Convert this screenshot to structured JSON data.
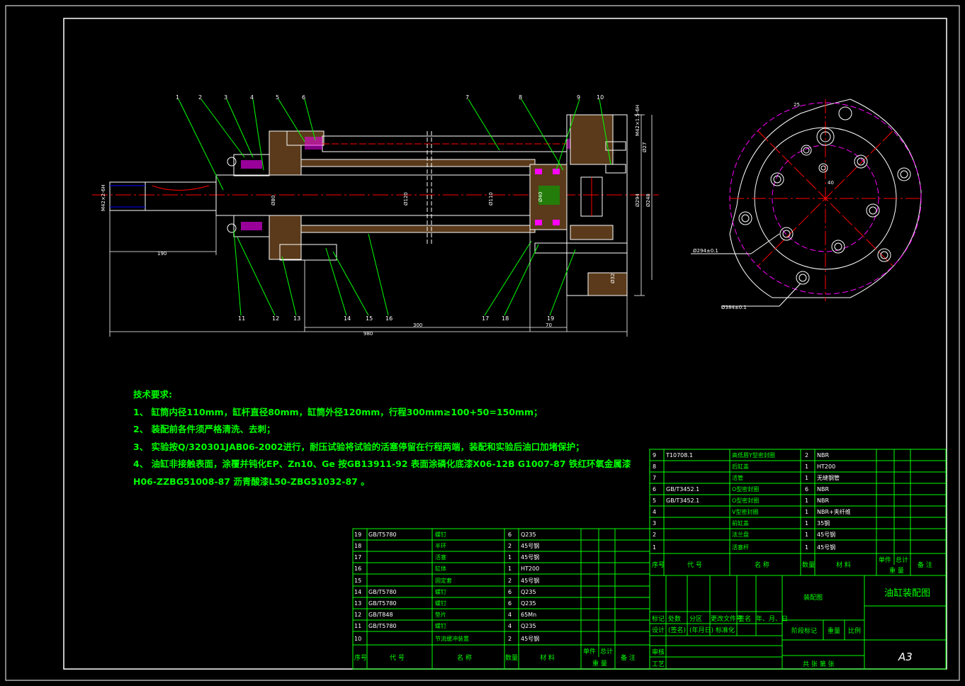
{
  "requirements": {
    "title": "技术要求:",
    "items": [
      "1、 缸筒内径110mm，缸杆直径80mm，缸筒外径120mm，行程300mm≥100+50=150mm；",
      "2、 装配前各件须严格清洗、去刺；",
      "3、 实验按Q/320301JAB06-2002进行，耐压试验将试验的活塞停留在行程两端，装配和实验后油口加堵保护；",
      "4、 油缸非接触表面，涂覆并钝化EP、Zn10、Ge 按GB13911-92 表面涂磷化底漆X06-12B G1007-87 铁红环氧金属漆",
      "H06-ZZBG51008-87 沥青酸漆L50-ZBG51032-87 。"
    ]
  },
  "dimensions": {
    "len_190": "190",
    "len_980": "980",
    "len_300": "300",
    "len_70": "70",
    "dia_294": "Ø294±0.1",
    "dia_384": "Ø384±0.1",
    "side_248": "Ø248",
    "side_294": "Ø294",
    "side_32": "Ø32",
    "side_27": "Ø27",
    "thread": "M42×1.5-6H",
    "rod_end": "M42×2-6H",
    "bore_80": "Ø80",
    "bore_120": "Ø120",
    "bore_110": "Ø110",
    "bore_40": "Ø40",
    "r_25": "25",
    "r_40": "40"
  },
  "bom_right": {
    "rows": [
      {
        "no": "9",
        "code": "T10708.1",
        "name": "高低唇Y型密封圈",
        "qty": "2",
        "mat": "NBR"
      },
      {
        "no": "8",
        "code": "",
        "name": "后缸盖",
        "qty": "1",
        "mat": "HT200"
      },
      {
        "no": "7",
        "code": "",
        "name": "活管",
        "qty": "1",
        "mat": "无缝钢管"
      },
      {
        "no": "6",
        "code": "GB/T3452.1",
        "name": "O型密封圈",
        "qty": "6",
        "mat": "NBR"
      },
      {
        "no": "5",
        "code": "GB/T3452.1",
        "name": "O型密封圈",
        "qty": "1",
        "mat": "NBR"
      },
      {
        "no": "4",
        "code": "",
        "name": "V型密封圈",
        "qty": "1",
        "mat": "NBR+夹纤维"
      },
      {
        "no": "3",
        "code": "",
        "name": "前缸盖",
        "qty": "1",
        "mat": "35钢"
      },
      {
        "no": "2",
        "code": "",
        "name": "法兰盘",
        "qty": "1",
        "mat": "45号钢"
      },
      {
        "no": "1",
        "code": "",
        "name": "活塞杆",
        "qty": "1",
        "mat": "45号钢"
      }
    ],
    "header": {
      "no": "序号",
      "code": "代  号",
      "name": "名  称",
      "qty": "数量",
      "mat": "材  料",
      "unit": "单件",
      "total": "总计",
      "weight": "重  量",
      "note": "备 注"
    }
  },
  "bom_left": {
    "rows": [
      {
        "no": "19",
        "code": "GB/T5780",
        "name": "螺钉",
        "qty": "6",
        "mat": "Q235"
      },
      {
        "no": "18",
        "code": "",
        "name": "半环",
        "qty": "2",
        "mat": "45号钢"
      },
      {
        "no": "17",
        "code": "",
        "name": "活塞",
        "qty": "1",
        "mat": "45号钢"
      },
      {
        "no": "16",
        "code": "",
        "name": "缸体",
        "qty": "1",
        "mat": "HT200"
      },
      {
        "no": "15",
        "code": "",
        "name": "固定套",
        "qty": "2",
        "mat": "45号钢"
      },
      {
        "no": "14",
        "code": "GB/T5780",
        "name": "螺钉",
        "qty": "6",
        "mat": "Q235"
      },
      {
        "no": "13",
        "code": "GB/T5780",
        "name": "螺钉",
        "qty": "6",
        "mat": "Q235"
      },
      {
        "no": "12",
        "code": "GB/T848",
        "name": "垫片",
        "qty": "4",
        "mat": "65Mn"
      },
      {
        "no": "11",
        "code": "GB/T5780",
        "name": "螺钉",
        "qty": "4",
        "mat": "Q235"
      },
      {
        "no": "10",
        "code": "",
        "name": "节流缓冲装置",
        "qty": "2",
        "mat": "45号钢"
      }
    ],
    "header": {
      "no": "序号",
      "code": "代  号",
      "name": "名  称",
      "qty": "数量",
      "mat": "材  料",
      "unit": "单件",
      "total": "总计",
      "weight": "重  量",
      "note": "备  注"
    }
  },
  "title_block": {
    "drawing_type": "装配图",
    "drawing_name": "油缸装配图",
    "sheet_size": "A3",
    "mark": "标记",
    "count": "处数",
    "zone": "分区",
    "change_doc": "更改文件号",
    "sign": "签名",
    "date": "年、月、日",
    "design": "设计",
    "sign_date": "(签名)",
    "year_date": "(年月日)",
    "standard": "标准化",
    "stage_mark": "阶段标记",
    "weight": "重量",
    "scale": "比例",
    "check": "审核",
    "process": "工艺",
    "sheets": "共  张 第  张"
  },
  "balloons_top": [
    "1",
    "2",
    "3",
    "4",
    "5",
    "6",
    "7",
    "8",
    "9",
    "10"
  ],
  "balloons_bottom": [
    "11",
    "12",
    "13",
    "14",
    "15",
    "16",
    "17",
    "18",
    "19"
  ]
}
